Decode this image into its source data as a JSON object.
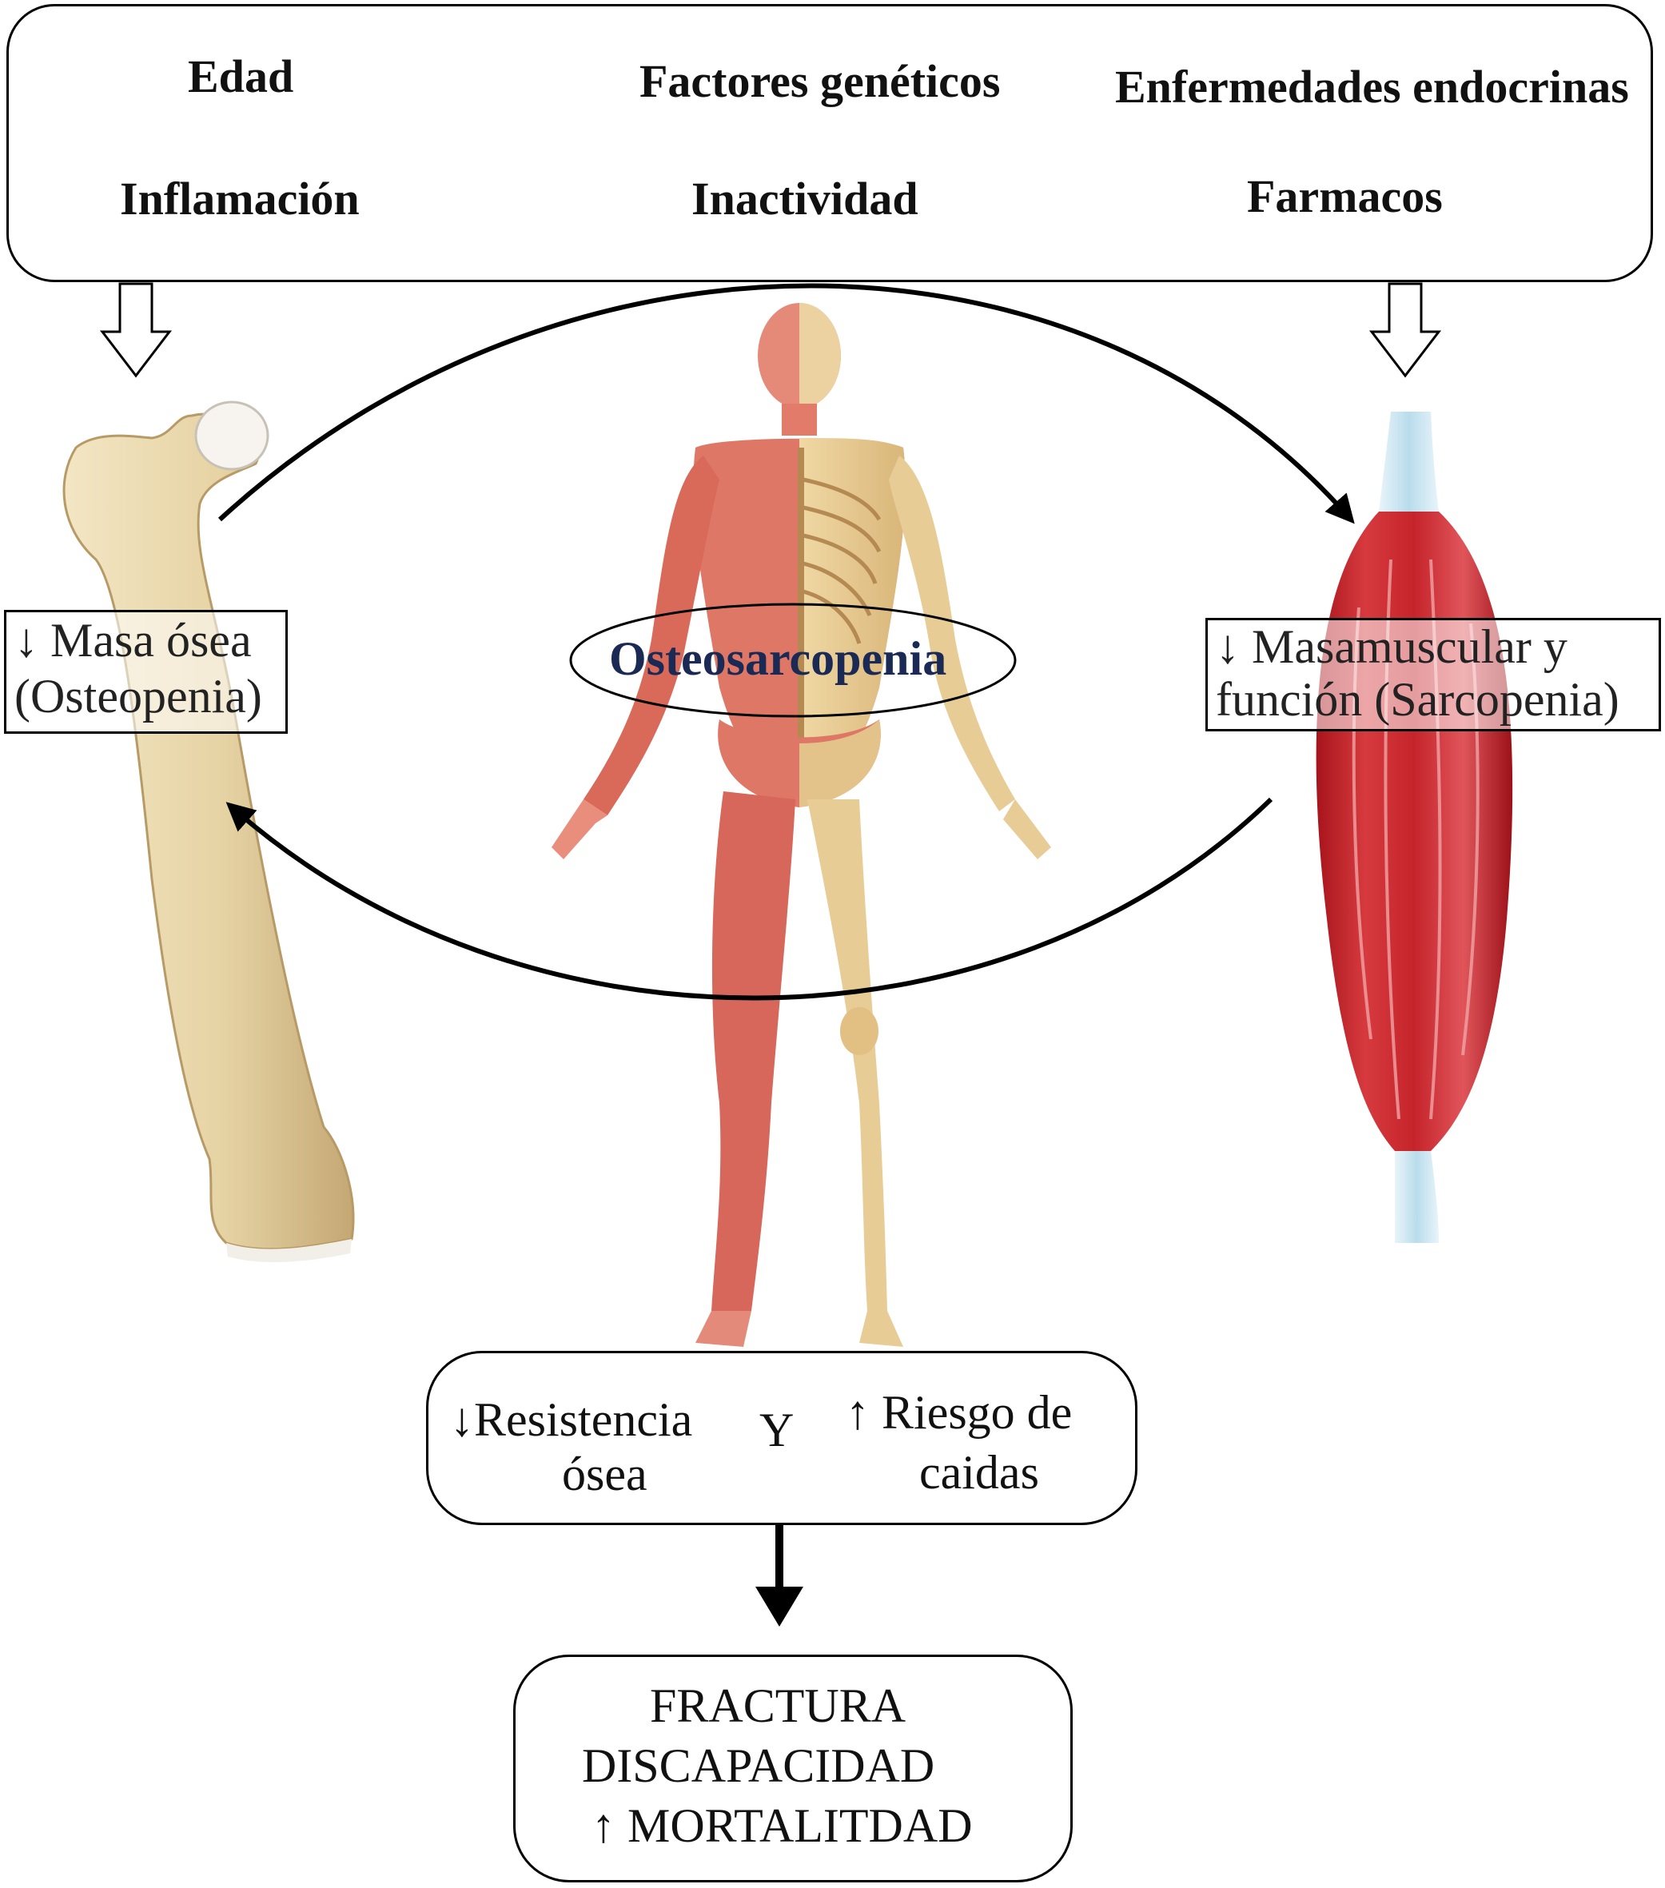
{
  "factors": {
    "edad": "Edad",
    "geneticos": "Factores genéticos",
    "endocrinas": "Enfermedades endocrinas",
    "inflamacion": "Inflamación",
    "inactividad": "Inactividad",
    "farmacos": "Farmacos"
  },
  "left_label": {
    "line1": "↓ Masa ósea",
    "line2": "(Osteopenia)"
  },
  "right_label": {
    "line1": "↓ Masamuscular y",
    "line2": "función (Sarcopenia)"
  },
  "center_label": "Osteosarcopenia",
  "middle_box": {
    "left_line1": "↓Resistencia",
    "left_line2": "ósea",
    "connector": "Y",
    "right_line1": "↑ Riesgo de",
    "right_line2": "caidas"
  },
  "bottom_box": {
    "line1": "FRACTURA",
    "line2": "DISCAPACIDAD",
    "line3": "↑ MORTALITDAD"
  },
  "colors": {
    "bone": "#e9d9b0",
    "bone_shadow": "#c9b07e",
    "muscle": "#c8252c",
    "muscle_light": "#e77a7c",
    "tendon": "#cfe6f2",
    "skin_muscle": "#e27b6a"
  }
}
